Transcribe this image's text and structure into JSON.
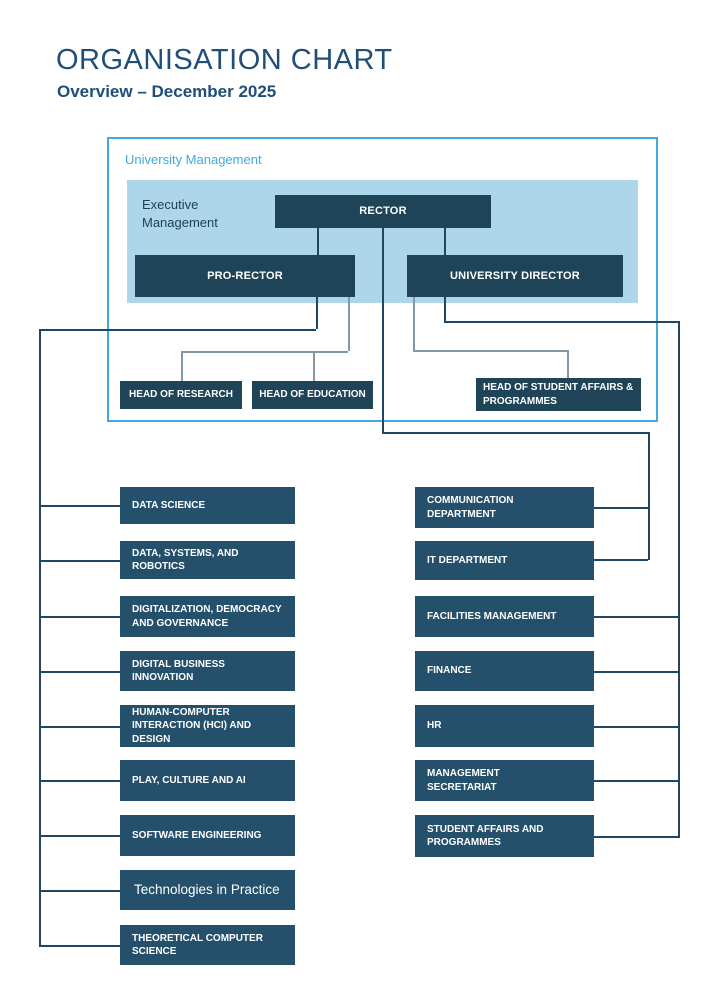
{
  "page": {
    "title": "ORGANISATION CHART",
    "subtitle": "Overview – December 2025"
  },
  "colors": {
    "title_color": "#1F4E79",
    "accent_blue": "#41A9DF",
    "panel_blue": "#AED6EB",
    "exec_text": "#1F3E54",
    "mgmt_box": "#1F4458",
    "dept_box": "#24506B",
    "line_navy": "#1F4663",
    "line_gray": "#8497A6",
    "box_text": "#FFFFFF"
  },
  "management": {
    "section_label": "University Management",
    "exec_label": "Executive Management",
    "rector": "RECTOR",
    "pro_rector": "PRO-RECTOR",
    "university_director": "UNIVERSITY DIRECTOR"
  },
  "heads": [
    {
      "lines": [
        "HEAD OF RESEARCH"
      ]
    },
    {
      "lines": [
        "HEAD OF EDUCATION"
      ]
    },
    {
      "lines": [
        "HEAD OF STUDENT AFFAIRS &",
        "PROGRAMMES"
      ]
    }
  ],
  "left_departments": [
    {
      "lines": [
        "DATA SCIENCE"
      ]
    },
    {
      "lines": [
        "DATA, SYSTEMS, AND ROBOTICS"
      ]
    },
    {
      "lines": [
        "DIGITALIZATION, DEMOCRACY",
        "AND GOVERNANCE"
      ]
    },
    {
      "lines": [
        "DIGITAL BUSINESS INNOVATION"
      ]
    },
    {
      "lines": [
        "HUMAN-COMPUTER",
        "INTERACTION (HCI) AND DESIGN"
      ]
    },
    {
      "lines": [
        "PLAY, CULTURE AND AI"
      ]
    },
    {
      "lines": [
        "SOFTWARE ENGINEERING"
      ]
    },
    {
      "lines": [
        "Technologies in Practice"
      ]
    },
    {
      "lines": [
        "THEORETICAL COMPUTER",
        "SCIENCE"
      ]
    }
  ],
  "right_departments": [
    {
      "lines": [
        "COMMUNICATION",
        "DEPARTMENT"
      ]
    },
    {
      "lines": [
        "IT DEPARTMENT"
      ]
    },
    {
      "lines": [
        "FACILITIES MANAGEMENT"
      ]
    },
    {
      "lines": [
        "FINANCE"
      ]
    },
    {
      "lines": [
        "HR"
      ]
    },
    {
      "lines": [
        "MANAGEMENT",
        "SECRETARIAT"
      ]
    },
    {
      "lines": [
        "STUDENT AFFAIRS AND",
        "PROGRAMMES"
      ]
    }
  ]
}
